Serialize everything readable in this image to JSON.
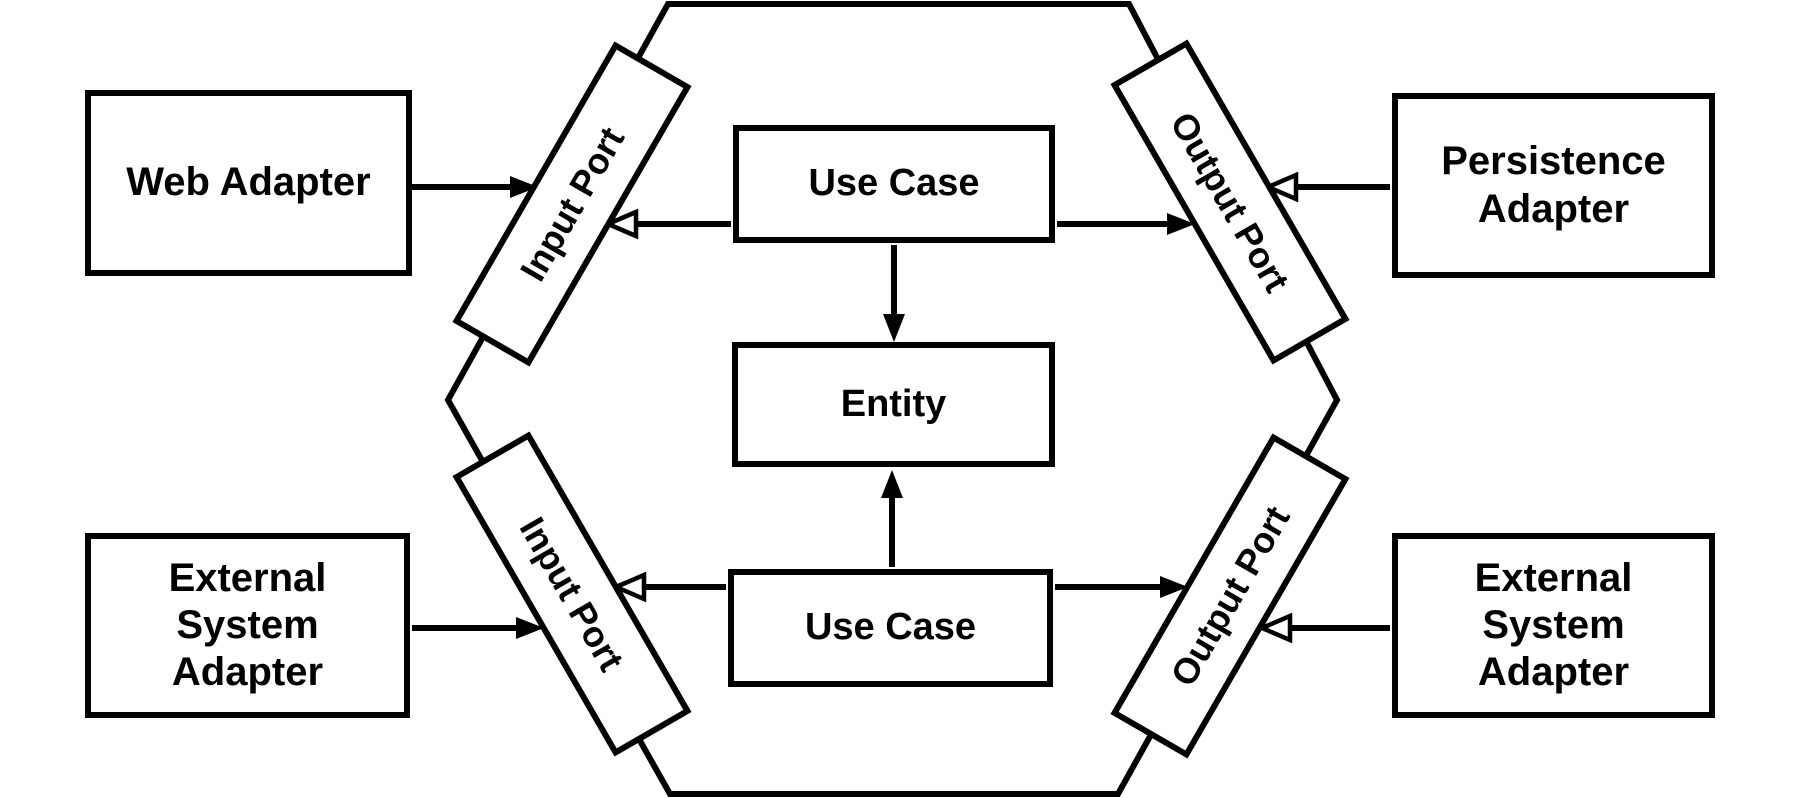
{
  "colors": {
    "line": "#000000",
    "fill": "#ffffff"
  },
  "nodes": {
    "web_adapter": {
      "label": "Web Adapter"
    },
    "persistence_adapter": {
      "lines": [
        "Persistence",
        "Adapter"
      ]
    },
    "external_system_adapter_left": {
      "lines": [
        "External",
        "System",
        "Adapter"
      ]
    },
    "external_system_adapter_right": {
      "lines": [
        "External",
        "System",
        "Adapter"
      ]
    },
    "input_port_top": {
      "label": "Input Port"
    },
    "output_port_top": {
      "label": "Output Port"
    },
    "input_port_bottom": {
      "label": "Input Port"
    },
    "output_port_bottom": {
      "label": "Output Port"
    },
    "use_case_top": {
      "label": "Use Case"
    },
    "use_case_bottom": {
      "label": "Use Case"
    },
    "entity": {
      "label": "Entity"
    }
  },
  "edges": [
    {
      "from": "web_adapter",
      "to": "input_port_top",
      "arrowhead": "filled"
    },
    {
      "from": "persistence_adapter",
      "to": "output_port_top",
      "arrowhead": "hollow"
    },
    {
      "from": "external_system_adapter_left",
      "to": "input_port_bottom",
      "arrowhead": "filled"
    },
    {
      "from": "external_system_adapter_right",
      "to": "output_port_bottom",
      "arrowhead": "hollow"
    },
    {
      "from": "use_case_top",
      "to": "input_port_top",
      "arrowhead": "hollow"
    },
    {
      "from": "use_case_top",
      "to": "output_port_top",
      "arrowhead": "filled"
    },
    {
      "from": "use_case_top",
      "to": "entity",
      "arrowhead": "filled"
    },
    {
      "from": "use_case_bottom",
      "to": "input_port_bottom",
      "arrowhead": "hollow"
    },
    {
      "from": "use_case_bottom",
      "to": "output_port_bottom",
      "arrowhead": "filled"
    },
    {
      "from": "use_case_bottom",
      "to": "entity",
      "arrowhead": "filled"
    }
  ]
}
